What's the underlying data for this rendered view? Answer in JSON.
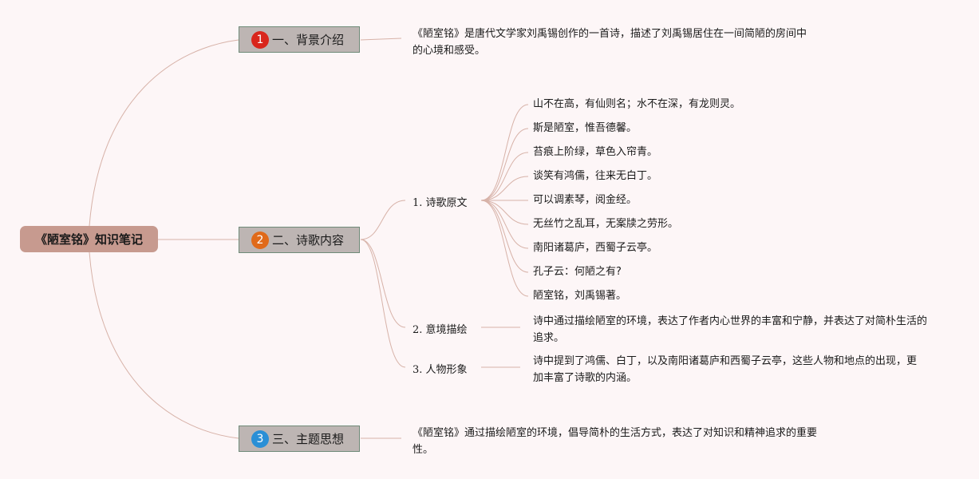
{
  "root": {
    "label": "《陋室铭》知识笔记"
  },
  "topics": [
    {
      "number": "1",
      "label": "一、背景介绍",
      "text": "《陋室铭》是唐代文学家刘禹锡创作的一首诗，描述了刘禹锡居住在一间简陋的房间中的心境和感受。"
    },
    {
      "number": "2",
      "label": "二、诗歌内容"
    },
    {
      "number": "3",
      "label": "三、主题思想",
      "text": "《陋室铭》通过描绘陋室的环境，倡导简朴的生活方式，表达了对知识和精神追求的重要性。"
    }
  ],
  "subtopics": [
    {
      "label": "1. 诗歌原文"
    },
    {
      "label": "2. 意境描绘",
      "text": "诗中通过描绘陋室的环境，表达了作者内心世界的丰富和宁静，并表达了对简朴生活的追求。"
    },
    {
      "label": "3. 人物形象",
      "text": "诗中提到了鸿儒、白丁，以及南阳诸葛庐和西蜀子云亭，这些人物和地点的出现，更加丰富了诗歌的内涵。"
    }
  ],
  "poem_lines": [
    "山不在高，有仙则名；水不在深，有龙则灵。",
    "斯是陋室，惟吾德馨。",
    "苔痕上阶绿，草色入帘青。",
    "谈笑有鸿儒，往来无白丁。",
    "可以调素琴，阅金经。",
    "无丝竹之乱耳，无案牍之劳形。",
    "南阳诸葛庐，西蜀子云亭。",
    "孔子云：何陋之有?",
    "陋室铭，刘禹锡著。"
  ],
  "colors": {
    "background": "#fdf6f7",
    "root_fill": "#c79a8f",
    "topic_fill": "#bdb5b3",
    "topic_border": "#6f8a78",
    "link": "#d7b2a8",
    "badge_1": "#d9261c",
    "badge_2": "#e06a1a",
    "badge_3": "#2a8fd6"
  }
}
